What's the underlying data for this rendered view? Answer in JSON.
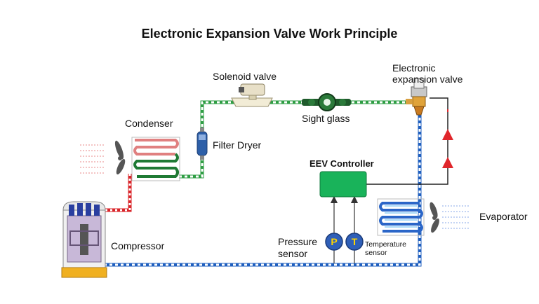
{
  "title": "Electronic Expansion Valve Work Principle",
  "labels": {
    "solenoid_valve": "Solenoid valve",
    "eev_line1": "Electronic",
    "eev_line2": "expansion valve",
    "condenser": "Condenser",
    "filter_dryer": "Filter Dryer",
    "sight_glass": "Sight glass",
    "eev_controller": "EEV Controller",
    "evaporator": "Evaporator",
    "compressor": "Compressor",
    "pressure_line1": "Pressure",
    "pressure_line2": "sensor",
    "temperature_line1": "Temperature",
    "temperature_line2": "sensor"
  },
  "sensor_letters": {
    "pressure": "P",
    "temperature": "T"
  },
  "colors": {
    "hot_gas": "#d9252a",
    "liquid": "#2f9e44",
    "suction": "#1f5fbf",
    "controller": "#19b35a",
    "signal": "#e0262b",
    "sensor": "#2f5fb8"
  }
}
